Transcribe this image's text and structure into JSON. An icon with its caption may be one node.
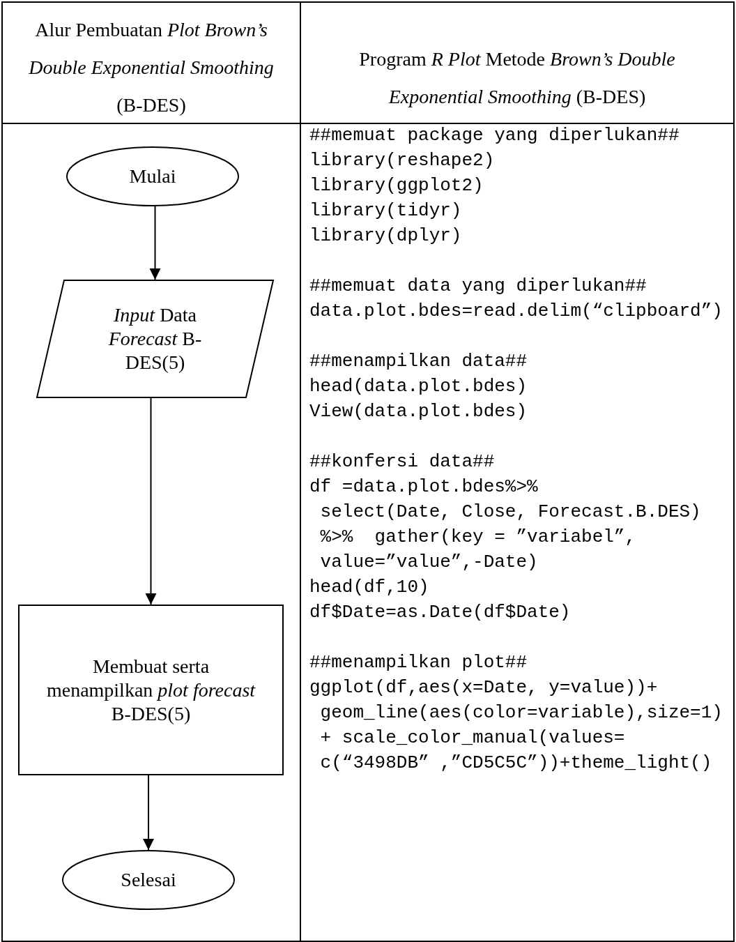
{
  "diagram": {
    "nodes": [
      {
        "text": [
          "Mulai"
        ]
      },
      {
        "text": [
          "*Input* Data *Forecast* B-DES(5)"
        ]
      },
      {
        "text": [
          "Membuat serta menampilkan *plot forecast* B-DES(5)"
        ]
      },
      {
        "text": [
          "Selesai"
        ]
      }
    ],
    "edges": [
      {
        "from": 0,
        "to": 1,
        "arrow": "to"
      },
      {
        "from": 1,
        "to": 2,
        "arrow": "to"
      },
      {
        "from": 2,
        "to": 3,
        "arrow": "to"
      }
    ],
    "labels": [
      "Alur Pembuatan *Plot Brown’s Double Exponential Smoothing* (B-DES)",
      "Program *R* *Plot* Metode *Brown’s Double Exponential Smoothing* (B-DES)",
      "##memuat package yang diperlukan##",
      "library(reshape2)",
      "library(ggplot2)",
      "library(tidyr)",
      "library(dplyr)",
      "##memuat data yang diperlukan##",
      "data.plot.bdes=read.delim(“clipboard”)",
      "##menampilkan data##",
      "head(data.plot.bdes)",
      "View(data.plot.bdes)",
      "##konfersi data##",
      "df =data.plot.bdes%>%",
      " select(Date, Close, Forecast.B.DES)",
      " %>%  gather(key = ”variabel”,",
      " value=”value”,-Date)",
      "head(df,10)",
      "df$Date=as.Date(df$Date)",
      "##menampilkan plot##",
      "ggplot(df,aes(x=Date, y=value))+",
      " geom_line(aes(color=variable),size=1)",
      " + scale_color_manual(values=",
      " c(“3498DB” ,”CD5C5C”))+theme_light()"
    ]
  }
}
